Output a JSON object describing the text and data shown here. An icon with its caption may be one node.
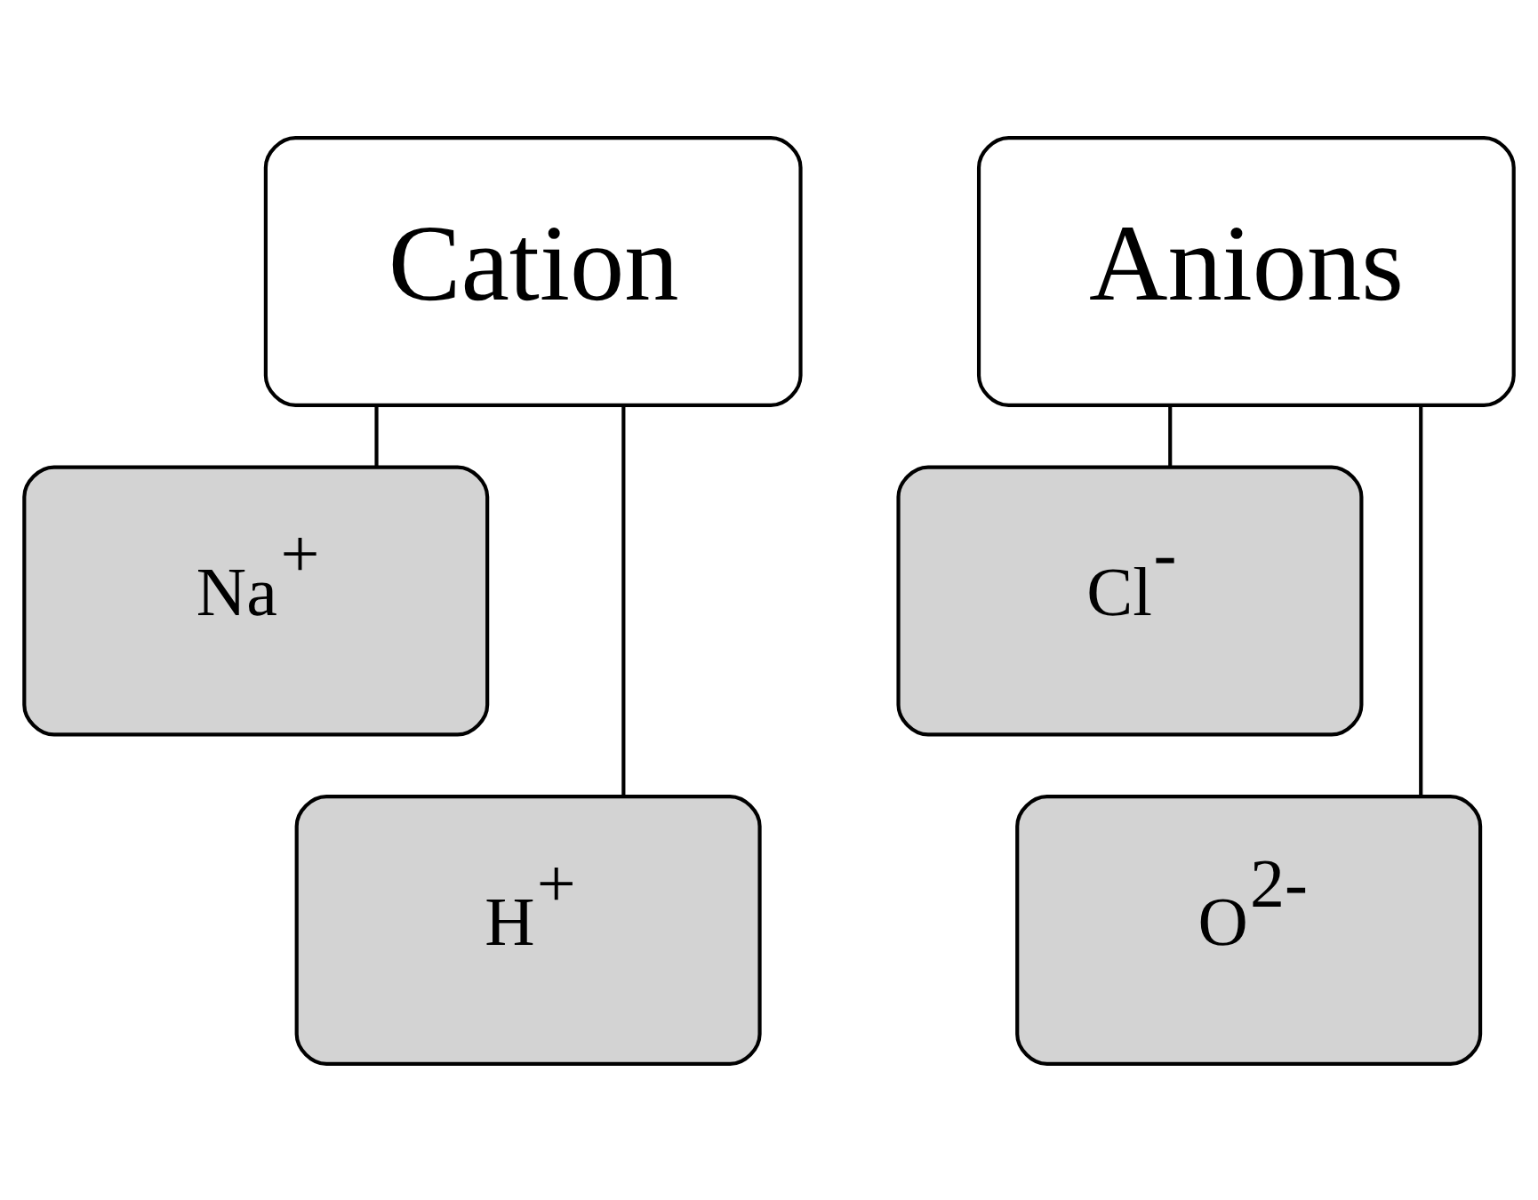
{
  "diagram": {
    "nodes": [
      {
        "text": [
          "Cation"
        ]
      },
      {
        "text": [
          "Na$^{+}$"
        ]
      },
      {
        "text": [
          "H$^{+}$"
        ]
      },
      {
        "text": [
          "Anions"
        ]
      },
      {
        "text": [
          "Cl$^{-}$"
        ]
      },
      {
        "text": [
          "O$^{2-}$"
        ]
      }
    ],
    "edges": [
      {
        "from": 0,
        "to": 1,
        "arrow": "none"
      },
      {
        "from": 0,
        "to": 2,
        "arrow": "none"
      },
      {
        "from": 3,
        "to": 4,
        "arrow": "none"
      },
      {
        "from": 3,
        "to": 5,
        "arrow": "none"
      }
    ]
  }
}
